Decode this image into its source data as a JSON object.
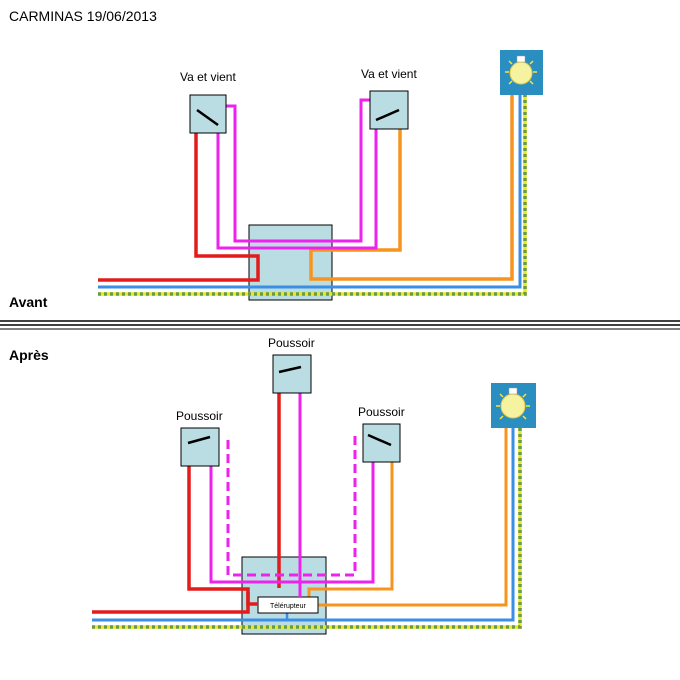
{
  "header": {
    "title": "CARMINAS 19/06/2013"
  },
  "before": {
    "section_label": "Avant",
    "switch_left_label": "Va et vient",
    "switch_right_label": "Va et vient"
  },
  "after": {
    "section_label": "Après",
    "push_top_label": "Poussoir",
    "push_left_label": "Poussoir",
    "push_right_label": "Poussoir",
    "relay_label": "Télérupteur"
  },
  "colors": {
    "phase": "#e31b1b",
    "return_wire": "#ee22ee",
    "lamp_wire": "#f7941d",
    "neutral": "#3a8ee6",
    "earth": "#e8e820",
    "box_fill": "#b9dde2",
    "lamp_bg": "#2a8ec0"
  }
}
